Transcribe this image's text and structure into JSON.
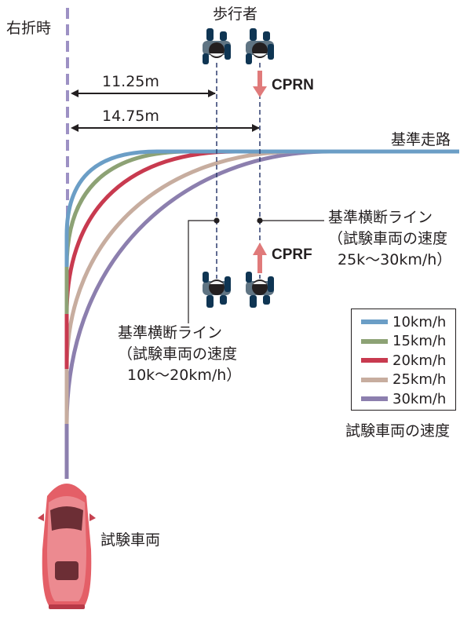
{
  "labels": {
    "right_turn": "右折時",
    "pedestrian": "歩行者",
    "dist_near": "11.25m",
    "dist_far": "14.75m",
    "reference_path": "基準走路",
    "cprn": "CPRN",
    "cprf": "CPRF",
    "cross_line_far_1": "基準横断ライン",
    "cross_line_far_2": "（試験車両の速度",
    "cross_line_far_3": "25k～30km/h）",
    "cross_line_near_1": "基準横断ライン",
    "cross_line_near_2": "（試験車両の速度",
    "cross_line_near_3": "10k～20km/h）",
    "vehicle": "試験車両",
    "legend_title": "試験車両の速度"
  },
  "legend": [
    {
      "label": "10km/h",
      "color": "#6b9ec6"
    },
    {
      "label": "15km/h",
      "color": "#8da275"
    },
    {
      "label": "20km/h",
      "color": "#c83a4f"
    },
    {
      "label": "25km/h",
      "color": "#c7ad9f"
    },
    {
      "label": "30km/h",
      "color": "#8c7fae"
    }
  ],
  "colors": {
    "road_line": "#9d91c4",
    "arrow": "#e07a7a",
    "car_body": "#e45f67",
    "pedestrian_body": "#5f7483",
    "pedestrian_head": "#231f20",
    "pedestrian_legs": "#0f3553"
  }
}
